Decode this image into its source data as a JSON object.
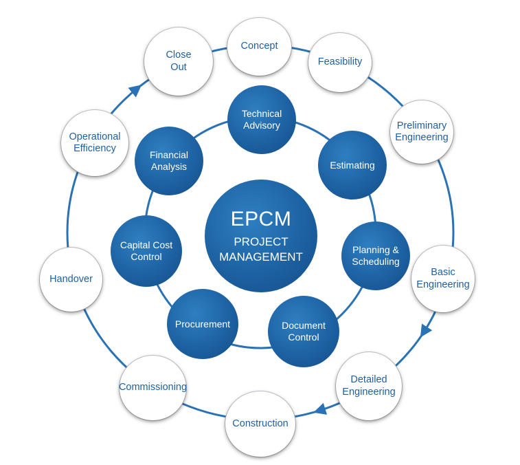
{
  "center": {
    "title": "EPCM",
    "subtitle": "PROJECT\nMANAGEMENT"
  },
  "lifecycle_stages": [
    {
      "id": "concept",
      "label": "Concept"
    },
    {
      "id": "feasibility",
      "label": "Feasibility"
    },
    {
      "id": "preliminary-engineering",
      "label": "Preliminary\nEngineering"
    },
    {
      "id": "basic-engineering",
      "label": "Basic\nEngineering"
    },
    {
      "id": "detailed-engineering",
      "label": "Detailed\nEngineering"
    },
    {
      "id": "construction",
      "label": "Construction"
    },
    {
      "id": "commissioning",
      "label": "Commissioning"
    },
    {
      "id": "handover",
      "label": "Handover"
    },
    {
      "id": "operational-efficiency",
      "label": "Operational\nEfficiency"
    },
    {
      "id": "close-out",
      "label": "Close\nOut"
    }
  ],
  "services": [
    {
      "id": "technical-advisory",
      "label": "Technical\nAdvisory"
    },
    {
      "id": "estimating",
      "label": "Estimating"
    },
    {
      "id": "planning-scheduling",
      "label": "Planning &\nScheduling"
    },
    {
      "id": "document-control",
      "label": "Document\nControl"
    },
    {
      "id": "procurement",
      "label": "Procurement"
    },
    {
      "id": "capital-cost-control",
      "label": "Capital Cost\nControl"
    },
    {
      "id": "financial-analysis",
      "label": "Financial\nAnalysis"
    }
  ],
  "colors": {
    "primary_blue": "#1d62a3",
    "ring_blue": "#2872b5",
    "outer_text": "#1f5f9e"
  }
}
